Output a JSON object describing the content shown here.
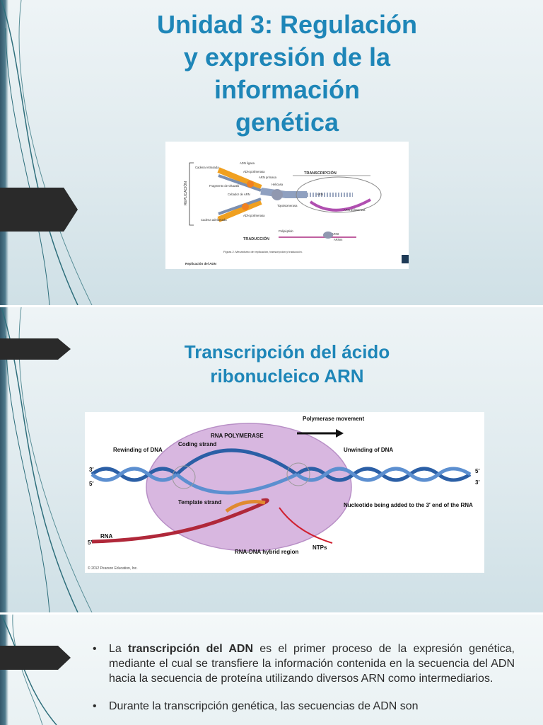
{
  "slide1": {
    "title_lines": [
      "Unidad 3: Regulación",
      "y expresión de la",
      "información",
      "genética"
    ],
    "figure": {
      "labels": {
        "adn_ligasa": "ADN ligasa",
        "cadena_retrasada": "Cadena retrasada",
        "adn_polimerasa_top": "ADN polimerasa",
        "arn_primasa": "ARN primasa",
        "helicasa": "Helicasa",
        "fragmento_okazaki": "Fragmento de Okazaki",
        "cebador_arn": "Cebador de ARN",
        "topoisomerasa": "Topoisomerasa",
        "adn_polimerasa_bottom": "ADN polimerasa",
        "cadena_adelantada": "Cadena adelantada",
        "replicacion": "REPLICACIÓN",
        "transcripcion": "TRANSCRIPCIÓN",
        "arn": "ARN",
        "arn_polimerasa": "ARN polimerasa",
        "traduccion": "TRADUCCIÓN",
        "polipeptido": "Polipéptido",
        "arnt": "ARNt",
        "arnm": "ARNm",
        "caption": "Figura 2. Mecanismo de replicación, transcripción y traducción.",
        "footer": "Replicación del ADN"
      }
    }
  },
  "slide2": {
    "title_lines": [
      "Transcripción del ácido",
      "ribonucleico ARN"
    ],
    "figure": {
      "labels": {
        "polymerase_movement": "Polymerase movement",
        "rna_polymerase": "RNA POLYMERASE",
        "coding_strand": "Coding strand",
        "rewinding": "Rewinding of DNA",
        "unwinding": "Unwinding of DNA",
        "template_strand": "Template strand",
        "nucleotide_added": "Nucleotide being added to the 3′ end of the RNA",
        "rna": "RNA",
        "ntps": "NTPs",
        "hybrid_region": "RNA-DNA hybrid region",
        "copyright": "© 2012 Pearson Education, Inc.",
        "end_3_left": "3′",
        "end_5_left": "5′",
        "end_5_right": "5′",
        "end_3_right": "3′",
        "end_5_rna": "5′"
      }
    }
  },
  "slide3": {
    "bullet1": {
      "pre": "La ",
      "bold": "transcripción del ADN",
      "post": " es el primer proceso de la expresión genética, mediante el cual se transfiere la información contenida en la secuencia del ADN hacia la secuencia de proteína utilizando diversos ARN como intermediarios."
    },
    "bullet2": {
      "text": "Durante la transcripción genética, las secuencias de ADN son"
    },
    "bullet_symbol": "•"
  }
}
